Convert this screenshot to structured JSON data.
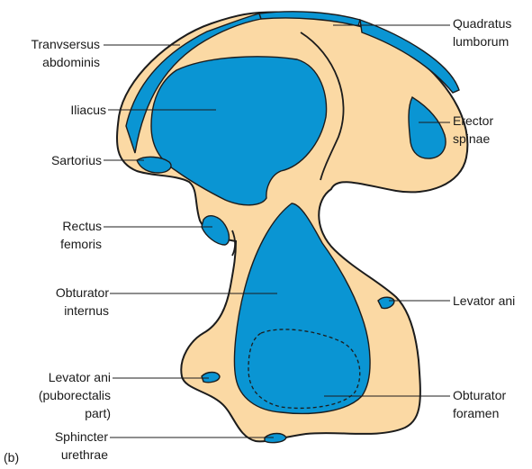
{
  "panel_label": "(b)",
  "colors": {
    "bone": "#fbd9a4",
    "muscle": "#0a95d3",
    "outline": "#1c1c1c",
    "background": "#ffffff"
  },
  "labels": {
    "quadratus_lumborum": [
      "Quadratus",
      "lumborum"
    ],
    "transversus_abdominis": [
      "Tranvsersus",
      "abdominis"
    ],
    "iliacus": [
      "Iliacus"
    ],
    "erector_spinae": [
      "Erector",
      "spinae"
    ],
    "sartorius": [
      "Sartorius"
    ],
    "rectus_femoris": [
      "Rectus",
      "femoris"
    ],
    "obturator_internus": [
      "Obturator",
      "internus"
    ],
    "levator_ani": [
      "Levator ani"
    ],
    "levator_ani_puborectalis": [
      "Levator ani",
      "(puborectalis",
      "part)"
    ],
    "obturator_foramen": [
      "Obturator",
      "foramen"
    ],
    "sphincter_urethrae": [
      "Sphincter",
      "urethrae"
    ]
  }
}
